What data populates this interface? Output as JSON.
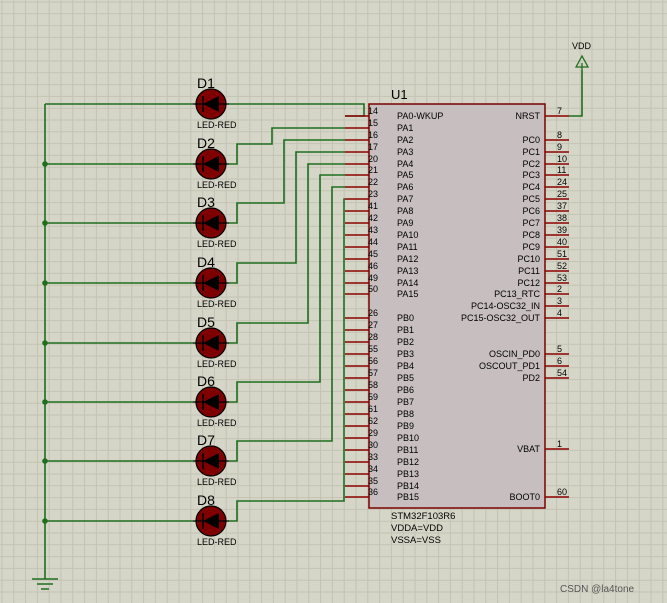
{
  "chip": {
    "ref": "U1",
    "part": "STM32F103R6",
    "notes": [
      "VDDA=VDD",
      "VSSA=VSS"
    ],
    "left_pins": [
      {
        "num": "14",
        "name": "PA0-WKUP"
      },
      {
        "num": "15",
        "name": "PA1"
      },
      {
        "num": "16",
        "name": "PA2"
      },
      {
        "num": "17",
        "name": "PA3"
      },
      {
        "num": "20",
        "name": "PA4"
      },
      {
        "num": "21",
        "name": "PA5"
      },
      {
        "num": "22",
        "name": "PA6"
      },
      {
        "num": "23",
        "name": "PA7"
      },
      {
        "num": "41",
        "name": "PA8"
      },
      {
        "num": "42",
        "name": "PA9"
      },
      {
        "num": "43",
        "name": "PA10"
      },
      {
        "num": "44",
        "name": "PA11"
      },
      {
        "num": "45",
        "name": "PA12"
      },
      {
        "num": "46",
        "name": "PA13"
      },
      {
        "num": "49",
        "name": "PA14"
      },
      {
        "num": "50",
        "name": "PA15"
      },
      {
        "num": "26",
        "name": "PB0"
      },
      {
        "num": "27",
        "name": "PB1"
      },
      {
        "num": "28",
        "name": "PB2"
      },
      {
        "num": "55",
        "name": "PB3"
      },
      {
        "num": "56",
        "name": "PB4"
      },
      {
        "num": "57",
        "name": "PB5"
      },
      {
        "num": "58",
        "name": "PB6"
      },
      {
        "num": "59",
        "name": "PB7"
      },
      {
        "num": "61",
        "name": "PB8"
      },
      {
        "num": "62",
        "name": "PB9"
      },
      {
        "num": "29",
        "name": "PB10"
      },
      {
        "num": "30",
        "name": "PB11"
      },
      {
        "num": "33",
        "name": "PB12"
      },
      {
        "num": "34",
        "name": "PB13"
      },
      {
        "num": "35",
        "name": "PB14"
      },
      {
        "num": "36",
        "name": "PB15"
      }
    ],
    "right_pins": [
      {
        "num": "7",
        "name": "NRST"
      },
      {
        "num": "8",
        "name": "PC0"
      },
      {
        "num": "9",
        "name": "PC1"
      },
      {
        "num": "10",
        "name": "PC2"
      },
      {
        "num": "11",
        "name": "PC3"
      },
      {
        "num": "24",
        "name": "PC4"
      },
      {
        "num": "25",
        "name": "PC5"
      },
      {
        "num": "37",
        "name": "PC6"
      },
      {
        "num": "38",
        "name": "PC7"
      },
      {
        "num": "39",
        "name": "PC8"
      },
      {
        "num": "40",
        "name": "PC9"
      },
      {
        "num": "51",
        "name": "PC10"
      },
      {
        "num": "52",
        "name": "PC11"
      },
      {
        "num": "53",
        "name": "PC12"
      },
      {
        "num": "2",
        "name": "PC13_RTC"
      },
      {
        "num": "3",
        "name": "PC14-OSC32_IN"
      },
      {
        "num": "4",
        "name": "PC15-OSC32_OUT"
      },
      {
        "num": "5",
        "name": "OSCIN_PD0"
      },
      {
        "num": "6",
        "name": "OSCOUT_PD1"
      },
      {
        "num": "54",
        "name": "PD2"
      },
      {
        "num": "1",
        "name": "VBAT"
      },
      {
        "num": "60",
        "name": "BOOT0"
      }
    ]
  },
  "power": {
    "label": "VDD"
  },
  "leds": [
    {
      "ref": "D1",
      "part": "LED-RED"
    },
    {
      "ref": "D2",
      "part": "LED-RED"
    },
    {
      "ref": "D3",
      "part": "LED-RED"
    },
    {
      "ref": "D4",
      "part": "LED-RED"
    },
    {
      "ref": "D5",
      "part": "LED-RED"
    },
    {
      "ref": "D6",
      "part": "LED-RED"
    },
    {
      "ref": "D7",
      "part": "LED-RED"
    },
    {
      "ref": "D8",
      "part": "LED-RED"
    }
  ],
  "watermark": "CSDN @la4tone",
  "colors": {
    "background": "#d6d6c8",
    "grid": "#c3c3b3",
    "wire": "#1e6e1e",
    "chip_fill": "#c7bfbf",
    "chip_outline": "#7a0000",
    "pin": "#8b0000",
    "led_fill": "#7f0000",
    "text": "#000000"
  }
}
